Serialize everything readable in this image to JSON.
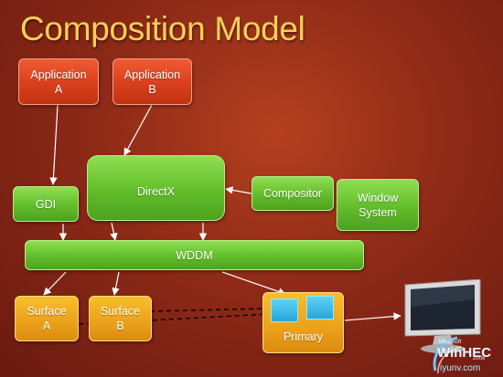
{
  "slide": {
    "title": "Composition Model"
  },
  "boxes": {
    "application_a": "Application\nA",
    "application_b": "Application\nB",
    "directx": "DirectX",
    "gdi": "GDI",
    "compositor": "Compositor",
    "window_system": "Window\nSystem",
    "wddm": "WDDM",
    "surface_a": "Surface\nA",
    "surface_b": "Surface\nB",
    "primary": "Primary"
  },
  "colors": {
    "background": "#8e2a17",
    "title": "#f6cf5a",
    "app_box": "#d8401c",
    "green_box": "#62bd2a",
    "surface_box": "#eba11a",
    "primary_inner": "#24a6dc",
    "arrows": "#ffffff"
  },
  "icons": {
    "monitor": "flat-panel-display-icon"
  },
  "branding": {
    "microsoft": "Microsoft",
    "event": "WinHEC",
    "year": "2008",
    "url": "iyunv.com"
  }
}
